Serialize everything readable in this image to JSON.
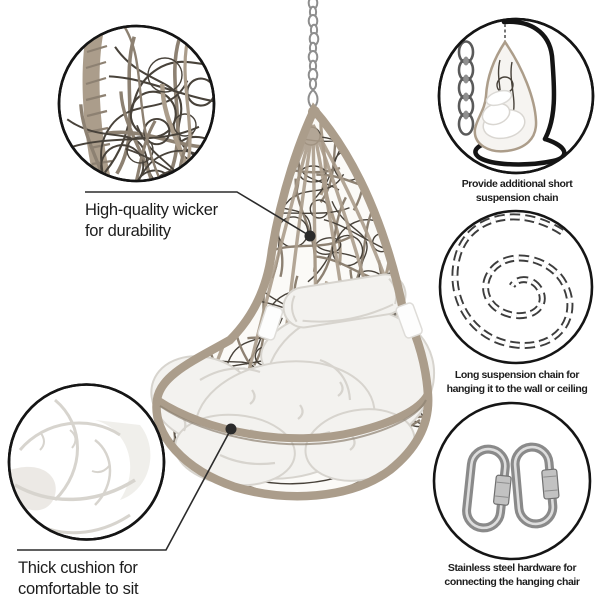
{
  "annotations": {
    "wicker": {
      "line1": "High-quality wicker",
      "line2": "for durability"
    },
    "cushion": {
      "line1": "Thick cushion for",
      "line2": "comfortable to sit"
    }
  },
  "callouts": {
    "short_chain": {
      "line1": "Provide additional short",
      "line2": "suspension chain"
    },
    "long_chain": {
      "line1": "Long suspension chain for",
      "line2": "hanging it to the wall or ceiling"
    },
    "hardware": {
      "line1": "Stainless steel hardware for",
      "line2": "connecting the hanging chair"
    }
  },
  "icons": {
    "top_left": "wicker-weave-zoom-icon",
    "bottom_left": "cushion-zoom-icon",
    "right_top": [
      "short-chain-icon",
      "egg-chair-with-stand-icon"
    ],
    "right_middle": "coiled-chain-icon",
    "right_bottom": "quick-link-carabiners-icon",
    "center": [
      "hanging-chain-icon",
      "egg-chair-graphic"
    ]
  },
  "colors": {
    "text": "#1d1d1d",
    "circle_border": "#151515",
    "leader": "#2b2b2b",
    "wicker_frame": "#ab9d8b",
    "wicker_mid": "#8d8172",
    "wicker_dark": "#48423a",
    "weave_bg": "#fbfaf7",
    "cushion": "#f3f2ef",
    "cushion_line": "#d7d4ce",
    "steel": "#8a8a8a",
    "steel_light": "#dedede",
    "sleeve": "#c2c2c2",
    "stand": "#141414",
    "chain": "#8e8e8e"
  }
}
